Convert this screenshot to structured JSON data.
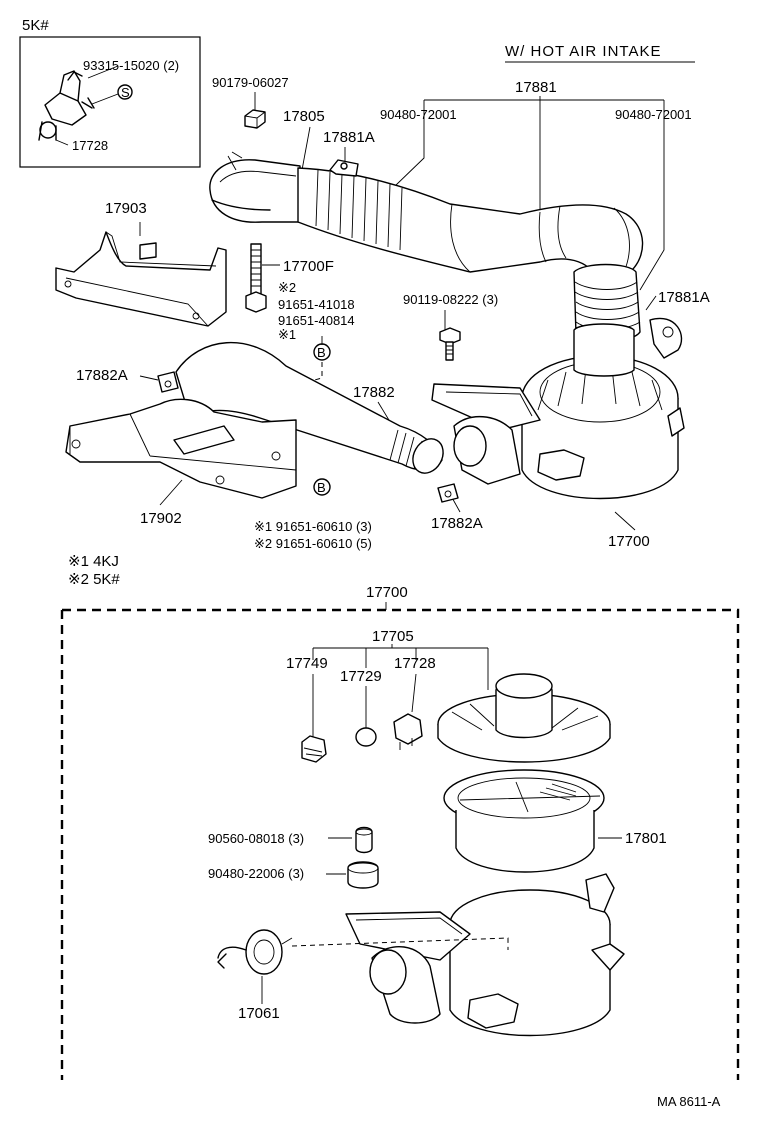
{
  "inset": {
    "title": "5K#",
    "labels": {
      "screw": "93315-15020 (2)",
      "sensor": "17728"
    },
    "marker": "S"
  },
  "header": {
    "title": "W/ HOT AIR INTAKE"
  },
  "labels": {
    "nut": "90179-06027",
    "inlet_hose": "17805",
    "hose_group": "17881",
    "clamp_left": "90480-72001",
    "clamp_right": "90480-72001",
    "hose_clamp_a": "17881A",
    "hose_clamp_b": "17881A",
    "bracket_top": "17903",
    "stud": "17700F",
    "note_mark2": "※2",
    "bolt_1": "91651-41018",
    "bolt_2": "91651-40814",
    "note_mark1": "※1",
    "bolt_bracket": "90119-08222 (3)",
    "clamp_a_left": "17882A",
    "duct_hose": "17882",
    "bracket_lower": "17902",
    "clamp_a_bottom": "17882A",
    "cleaner_assy": "17700",
    "note_bolt_1": "※1 91651-60610 (3)",
    "note_bolt_2": "※2 91651-60610 (5)",
    "marker_b": "B"
  },
  "legend": {
    "line1": "※1 4KJ",
    "line2": "※2 5K#"
  },
  "exploded": {
    "assy": "17700",
    "cap_group": "17705",
    "valve": "17749",
    "disc": "17729",
    "sensor": "17728",
    "element": "17801",
    "collar": "90560-08018 (3)",
    "grommet": "90480-22006 (3)",
    "diaphragm": "17061"
  },
  "footer": {
    "code": "MA  8611-A"
  }
}
